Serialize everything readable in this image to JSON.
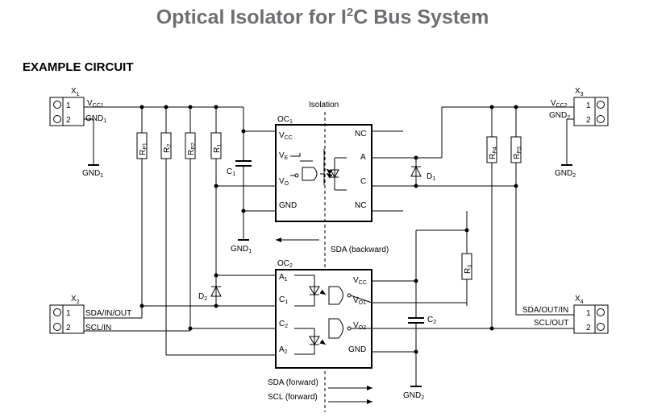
{
  "title": {
    "main": "Optical Isolator for I",
    "sup": "2",
    "rest": "C Bus System"
  },
  "heading": "EXAMPLE CIRCUIT",
  "isolation_label": "Isolation",
  "connectors": {
    "x1": {
      "name": "X",
      "sub": "1",
      "pins": [
        "1",
        "2"
      ],
      "nets": [
        {
          "t": "V",
          "s": "CC1"
        },
        {
          "t": "GND",
          "s": "1"
        }
      ]
    },
    "x2": {
      "name": "X",
      "sub": "2",
      "pins": [
        "1",
        "2"
      ],
      "nets": [
        "SDA/IN/OUT",
        "SCL/IN"
      ]
    },
    "x3": {
      "name": "X",
      "sub": "3",
      "pins": [
        "1",
        "2"
      ],
      "nets": [
        {
          "t": "V",
          "s": "CC2"
        },
        {
          "t": "GND",
          "s": "2"
        }
      ]
    },
    "x4": {
      "name": "X",
      "sub": "4",
      "pins": [
        "1",
        "2"
      ],
      "nets": [
        "SDA/OUT/IN",
        "SCL/OUT"
      ]
    }
  },
  "grounds": {
    "g1a": {
      "t": "GND",
      "s": "1"
    },
    "g1b": {
      "t": "GND",
      "s": "1"
    },
    "g2a": {
      "t": "GND",
      "s": "2"
    },
    "g2b": {
      "t": "GND",
      "s": "2"
    }
  },
  "resistors": {
    "rp1": {
      "t": "R",
      "s": "P1"
    },
    "r2": {
      "t": "R",
      "s": "2"
    },
    "rp2": {
      "t": "R",
      "s": "P2"
    },
    "r1": {
      "t": "R",
      "s": "1"
    },
    "rp4": {
      "t": "R",
      "s": "P4"
    },
    "rp3": {
      "t": "R",
      "s": "P3"
    },
    "r3": {
      "t": "R",
      "s": "3"
    }
  },
  "capacitors": {
    "c1": {
      "t": "C",
      "s": "1"
    },
    "c2": {
      "t": "C",
      "s": "2"
    }
  },
  "diodes": {
    "d1": {
      "t": "D",
      "s": "1"
    },
    "d2": {
      "t": "D",
      "s": "2"
    }
  },
  "oc1": {
    "name": {
      "t": "OC",
      "s": "1"
    },
    "pins_left": [
      {
        "t": "V",
        "s": "CC"
      },
      {
        "t": "V",
        "s": "E"
      },
      {
        "t": "V",
        "s": "O"
      },
      {
        "t": "GND",
        "s": ""
      }
    ],
    "pins_right": [
      "NC",
      "A",
      "C",
      "NC"
    ]
  },
  "oc2": {
    "name": {
      "t": "OC",
      "s": "2"
    },
    "pins_left": [
      {
        "t": "A",
        "s": "1"
      },
      {
        "t": "C",
        "s": "1"
      },
      {
        "t": "C",
        "s": "2"
      },
      {
        "t": "A",
        "s": "2"
      }
    ],
    "pins_right": [
      {
        "t": "V",
        "s": "CC"
      },
      {
        "t": "V",
        "s": "O1"
      },
      {
        "t": "V",
        "s": "O2"
      },
      {
        "t": "GND",
        "s": ""
      }
    ]
  },
  "signals": {
    "backward": "SDA (backward)",
    "forward_sda": "SDA (forward)",
    "forward_scl": "SCL (forward)"
  }
}
